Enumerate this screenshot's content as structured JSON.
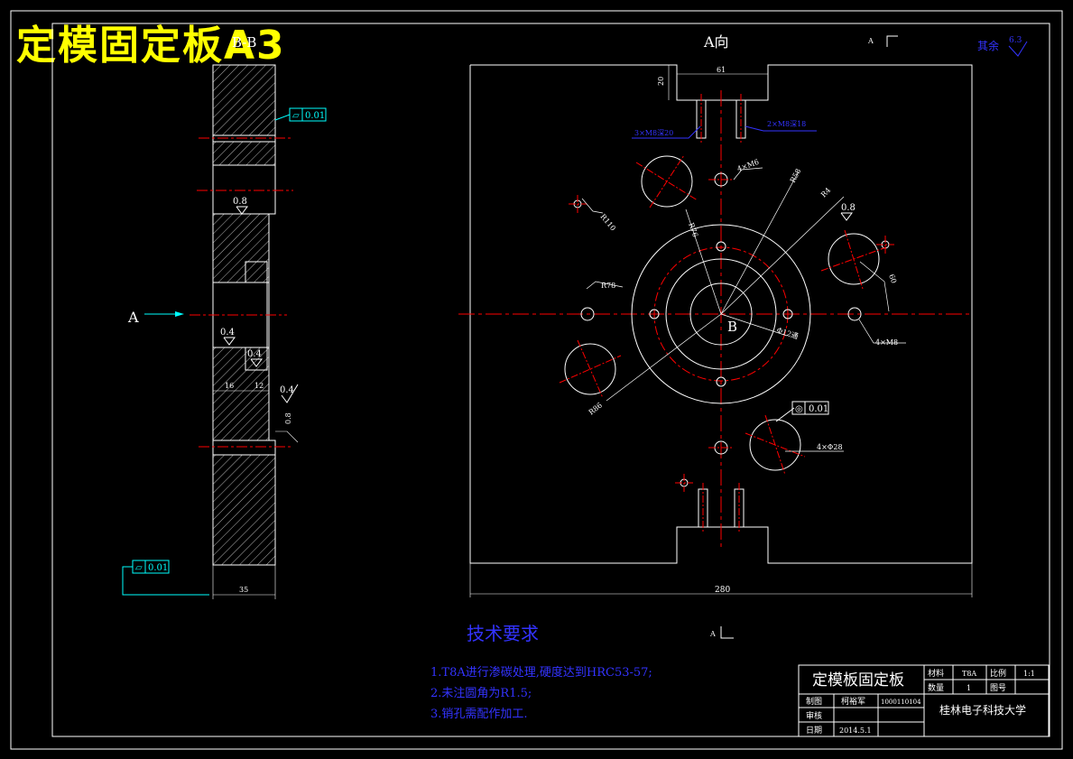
{
  "sheet_title": "定模固定板A3",
  "views": {
    "section_label": "B-B",
    "direction_view_label": "A向",
    "arrow_label_a": "A",
    "center_label_b": "B",
    "corner_mark": "A",
    "bottom_mark": "A"
  },
  "roughness": {
    "rest_label": "其余",
    "rest_value": "6.3",
    "values": [
      "0.8",
      "0.4",
      "0.4",
      "0.4",
      "0.8",
      "0.8"
    ]
  },
  "tolerance_frames": [
    {
      "symbol": "⏥",
      "value": "0.01"
    },
    {
      "symbol": "⏥",
      "value": "0.01"
    },
    {
      "symbol": "◎",
      "value": "0.01"
    }
  ],
  "dimensions": {
    "slot_width": "61",
    "slot_depth": "20",
    "screw_holes_left": "3×M8深20",
    "screw_holes_right": "2×M8深18",
    "holes_m6": "4×M6",
    "r_a": "R58",
    "r_b": "R4",
    "r_c": "R110",
    "r_d": "R76",
    "r_e": "R78",
    "r_f": "R86",
    "dia_center": "Φ12通",
    "dim_60": "60",
    "holes_m8": "4×M8",
    "holes_phi28": "4×Φ28",
    "thickness": "35",
    "width_total": "280",
    "sec_dim_1": "16",
    "sec_dim_2": "12",
    "sec_dim_3": "0.8"
  },
  "tech_requirements": {
    "heading": "技术要求",
    "items": [
      "1.T8A进行渗碳处理,硬度达到HRC53-57;",
      "2.未注圆角为R1.5;",
      "3.销孔需配作加工."
    ]
  },
  "title_block": {
    "part_name": "定模板固定板",
    "material_label": "材料",
    "material_value": "T8A",
    "scale_label": "比例",
    "scale_value": "1:1",
    "qty_label": "数量",
    "qty_value": "1",
    "drawing_no_label": "图号",
    "drawn_label": "制图",
    "drawn_name": "柯裕军",
    "student_no": "1000110104",
    "review_label": "审核",
    "date_label": "日期",
    "date_value": "2014.5.1",
    "school": "桂林电子科技大学"
  },
  "colors": {
    "title": "#ffff00",
    "line": "#ffffff",
    "center": "#ff0000",
    "dim": "#00ffff",
    "text_blue": "#3333ff"
  }
}
